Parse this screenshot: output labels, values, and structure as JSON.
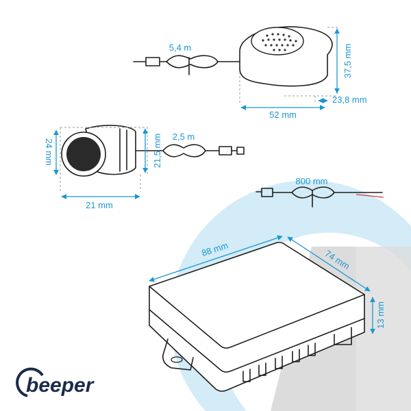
{
  "colors": {
    "dimension": "#1b97d3",
    "watermark_blue": "#d3ecf7",
    "watermark_gray": "#dcdcdc",
    "logo": "#1c2b4a"
  },
  "speaker": {
    "cable_length": "5,4 m",
    "height": "37,5 mm",
    "depth": "23,8 mm",
    "width": "52 mm"
  },
  "sensor": {
    "height": "24 mm",
    "depth": "21,5 mm",
    "cable_length": "2,5 m",
    "width": "21 mm"
  },
  "power_cable": {
    "length": "800 mm"
  },
  "control_box": {
    "length": "88 mm",
    "width": "74 mm",
    "height": "13 mm"
  },
  "logo": {
    "text": "beeper"
  }
}
